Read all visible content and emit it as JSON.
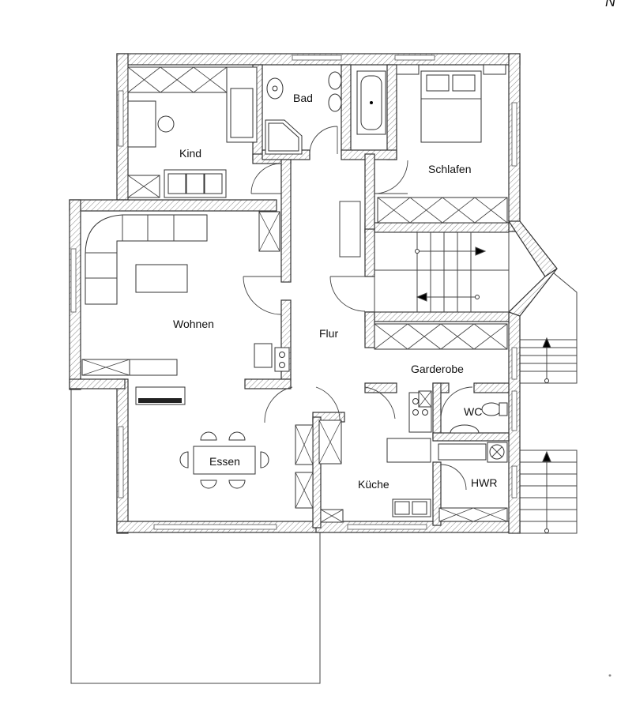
{
  "rooms": {
    "kind": "Kind",
    "bad": "Bad",
    "schlafen": "Schlafen",
    "wohnen": "Wohnen",
    "flur": "Flur",
    "garderobe": "Garderobe",
    "wc": "WC",
    "essen": "Essen",
    "kueche": "Küche",
    "hwr": "HWR"
  },
  "north_marker": "N",
  "colors": {
    "line": "#333333",
    "hatch": "#9a9a9a",
    "background": "#ffffff"
  }
}
